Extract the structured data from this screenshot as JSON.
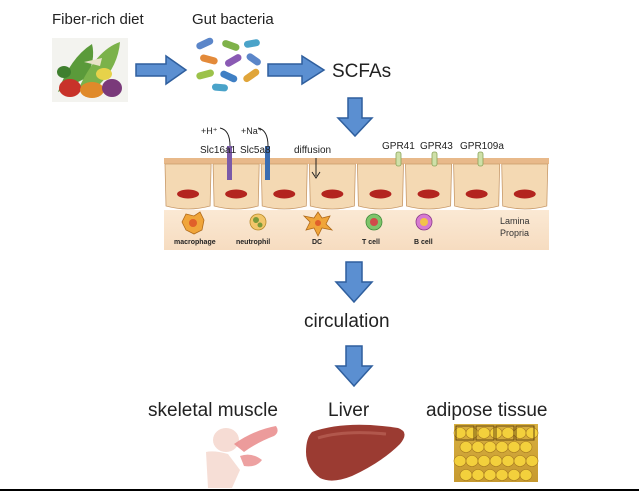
{
  "top": {
    "diet_label": "Fiber-rich diet",
    "bacteria_label": "Gut bacteria",
    "scfa_label": "SCFAs"
  },
  "epithelium": {
    "transporters": [
      {
        "ion": "+H⁺",
        "name": "Slc16a1"
      },
      {
        "ion": "+Na⁺",
        "name": "Slc5a8"
      }
    ],
    "diffusion_label": "diffusion",
    "receptors": [
      "GPR41",
      "GPR43",
      "GPR109a"
    ],
    "immune_cells": [
      "macrophage",
      "neutrophil",
      "DC",
      "T cell",
      "B cell"
    ],
    "lamina_propria_line1": "Lamina",
    "lamina_propria_line2": "Propria"
  },
  "circulation_label": "circulation",
  "organs": {
    "muscle_label": "skeletal muscle",
    "liver_label": "Liver",
    "adipose_label": "adipose tissue"
  },
  "colors": {
    "arrow_fill": "#5b8fd1",
    "arrow_stroke": "#2f5f9e",
    "epithelium": "#f4d9b3",
    "nucleus": "#b3241f",
    "lamina_band": "#f9e7d2",
    "liver": "#9b3b32",
    "adipocyte": "#f3d03c"
  }
}
